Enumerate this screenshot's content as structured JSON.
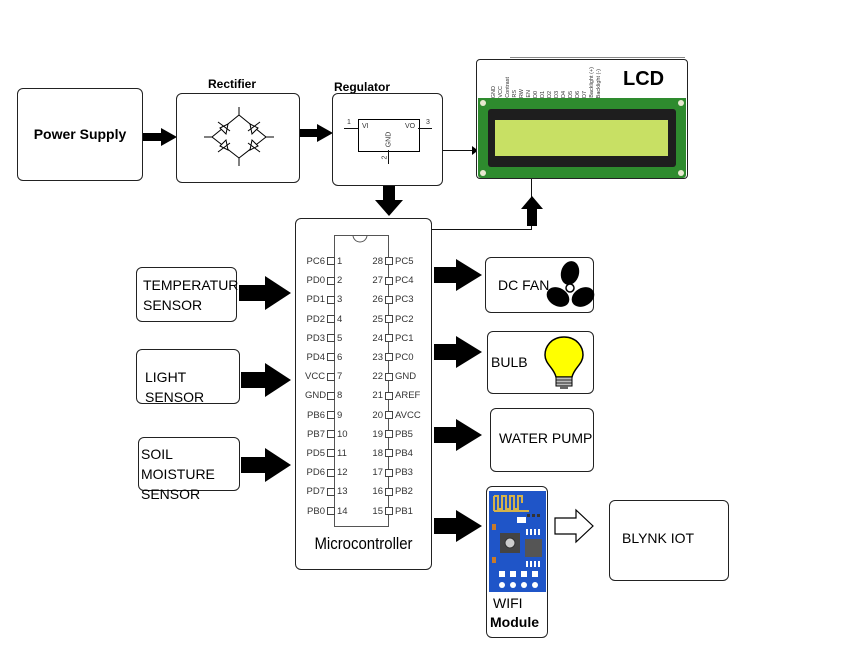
{
  "diagram": {
    "blocks": {
      "power_supply": {
        "label": "Power Supply"
      },
      "rectifier": {
        "title": "Rectifier"
      },
      "regulator": {
        "title": "Regulator",
        "pin_vi": "VI",
        "pin_vo": "VO",
        "pin_gnd": "GND",
        "pin1": "1",
        "pin2": "2",
        "pin3": "3"
      },
      "lcd": {
        "title": "LCD",
        "pin_labels": [
          "GND",
          "VCC",
          "Contrast",
          "RS",
          "RW",
          "EN",
          "D0",
          "D1",
          "D2",
          "D3",
          "D4",
          "D5",
          "D6",
          "D7",
          "Backlight (+)",
          "Backlight (-)"
        ],
        "screen_color": "#c8e064",
        "board_color": "#2e8b2e"
      },
      "microcontroller": {
        "label": "Microcontroller",
        "left_pins": [
          {
            "name": "PC6",
            "num": "1"
          },
          {
            "name": "PD0",
            "num": "2"
          },
          {
            "name": "PD1",
            "num": "3"
          },
          {
            "name": "PD2",
            "num": "4"
          },
          {
            "name": "PD3",
            "num": "5"
          },
          {
            "name": "PD4",
            "num": "6"
          },
          {
            "name": "VCC",
            "num": "7"
          },
          {
            "name": "GND",
            "num": "8"
          },
          {
            "name": "PB6",
            "num": "9"
          },
          {
            "name": "PB7",
            "num": "10"
          },
          {
            "name": "PD5",
            "num": "11"
          },
          {
            "name": "PD6",
            "num": "12"
          },
          {
            "name": "PD7",
            "num": "13"
          },
          {
            "name": "PB0",
            "num": "14"
          }
        ],
        "right_pins": [
          {
            "name": "PC5",
            "num": "28"
          },
          {
            "name": "PC4",
            "num": "27"
          },
          {
            "name": "PC3",
            "num": "26"
          },
          {
            "name": "PC2",
            "num": "25"
          },
          {
            "name": "PC1",
            "num": "24"
          },
          {
            "name": "PC0",
            "num": "23"
          },
          {
            "name": "GND",
            "num": "22"
          },
          {
            "name": "AREF",
            "num": "21"
          },
          {
            "name": "AVCC",
            "num": "20"
          },
          {
            "name": "PB5",
            "num": "19"
          },
          {
            "name": "PB4",
            "num": "18"
          },
          {
            "name": "PB3",
            "num": "17"
          },
          {
            "name": "PB2",
            "num": "16"
          },
          {
            "name": "PB1",
            "num": "15"
          }
        ]
      },
      "inputs": [
        {
          "line1": "TEMPERATUR",
          "line2": "SENSOR"
        },
        {
          "line1": "LIGHT SENSOR",
          "line2": ""
        },
        {
          "line1": "SOIL MOISTURE",
          "line2": "SENSOR"
        }
      ],
      "outputs": {
        "fan": {
          "label": "DC FAN"
        },
        "bulb": {
          "label": "BULB",
          "bulb_color": "#ffff00"
        },
        "pump": {
          "label": "WATER PUMP"
        }
      },
      "wifi": {
        "line1": "WIFI",
        "line2": "Module",
        "board_color": "#1f55c8"
      },
      "blynk": {
        "label": "BLYNK IOT"
      }
    }
  }
}
